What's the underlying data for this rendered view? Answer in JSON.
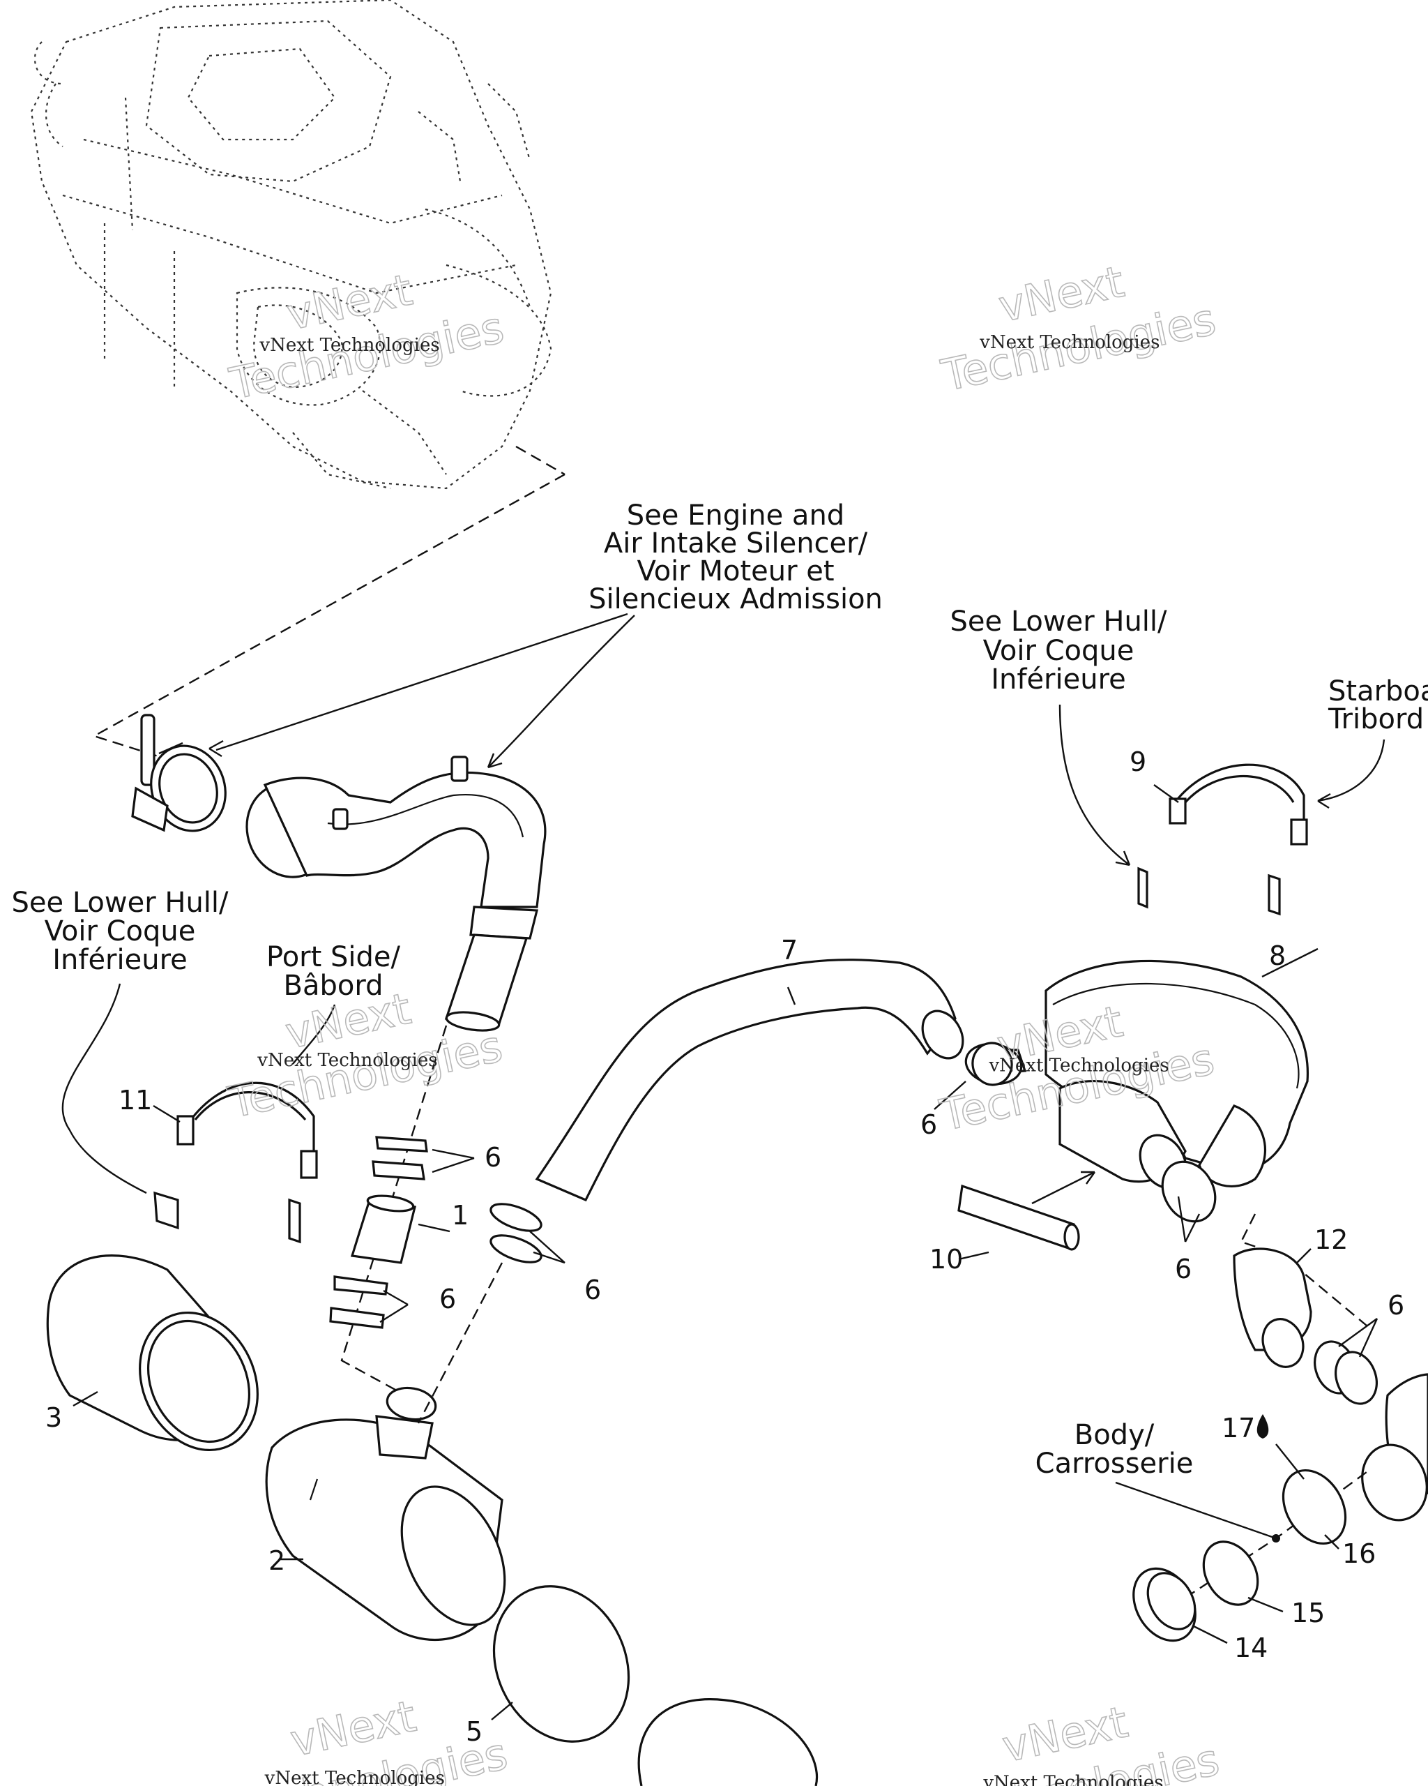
{
  "labels": {
    "see_engine": [
      "See Engine and",
      "Air Intake Silencer/",
      "Voir Moteur et",
      "Silencieux Admission"
    ],
    "see_lower_hull_right": [
      "See Lower Hull/",
      "Voir Coque",
      "Inférieure"
    ],
    "see_lower_hull_left": [
      "See Lower Hull/",
      "Voir Coque",
      "Inférieure"
    ],
    "port_side": [
      "Port Side/",
      "Bâbord"
    ],
    "starboard": [
      "Starboa",
      "Tribord"
    ],
    "body": [
      "Body/",
      "Carrosserie"
    ]
  },
  "callouts": {
    "c1": "1",
    "c2": "2",
    "c3": "3",
    "c5": "5",
    "c6a": "6",
    "c6b": "6",
    "c6c": "6",
    "c6d": "6",
    "c6e": "6",
    "c6f": "6",
    "c7": "7",
    "c8": "8",
    "c9": "9",
    "c10": "10",
    "c11": "11",
    "c12": "12",
    "c14": "14",
    "c15": "15",
    "c16": "16",
    "c17": "17"
  },
  "watermark": {
    "small": "vNext Technologies",
    "big_line1": "vNext",
    "big_line2": "Technologies"
  }
}
